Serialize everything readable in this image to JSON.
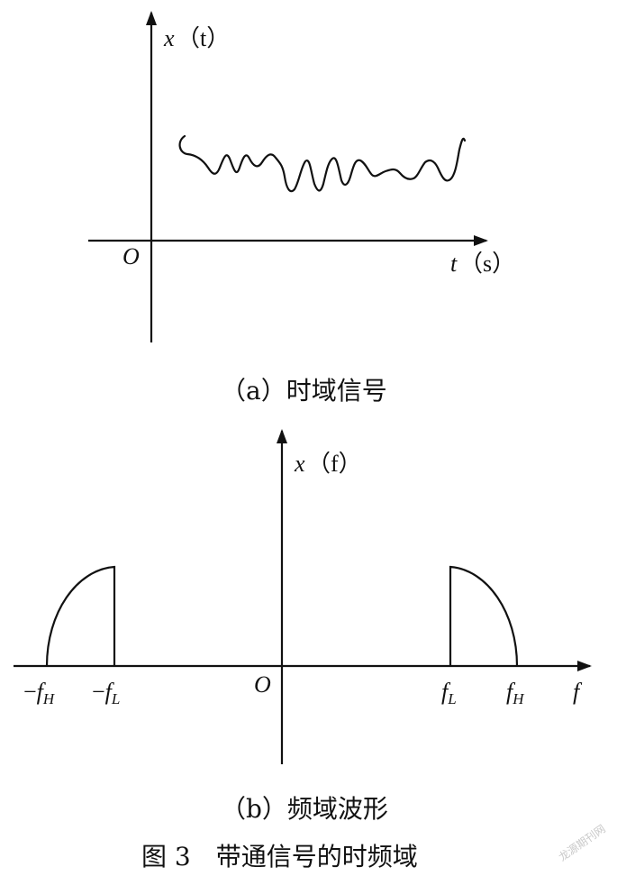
{
  "panel_a": {
    "y_label_var": "x",
    "y_label_arg": "（t）",
    "origin": "O",
    "x_label_var": "t",
    "x_label_unit": "（s）",
    "caption": "（a）时域信号"
  },
  "panel_b": {
    "y_label_var": "x",
    "y_label_arg": "（f）",
    "origin": "O",
    "x_axis_var": "f",
    "ticks": [
      {
        "minus": "−",
        "base": "f",
        "sub": "H"
      },
      {
        "minus": "−",
        "base": "f",
        "sub": "L"
      },
      {
        "minus": "",
        "base": "f",
        "sub": "L"
      },
      {
        "minus": "",
        "base": "f",
        "sub": "H"
      }
    ],
    "caption": "（b）频域波形"
  },
  "figure_caption": "图 3　带通信号的时频域",
  "watermark": "龙源期刊网",
  "colors": {
    "ink": "#111111",
    "watermark": "#c9c9c9"
  }
}
